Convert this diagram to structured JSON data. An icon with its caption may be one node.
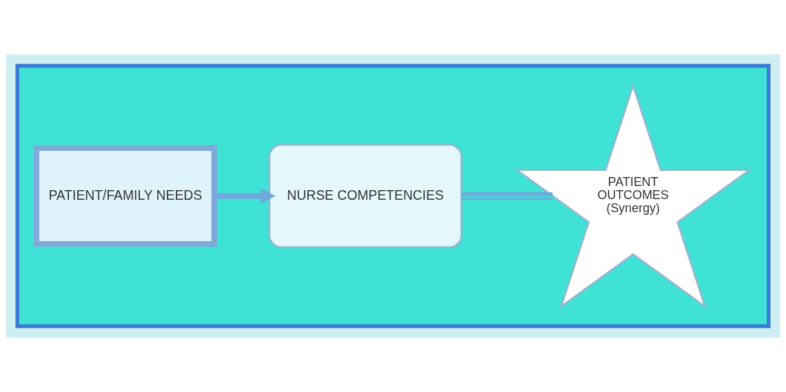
{
  "diagram": {
    "nodes": [
      {
        "text": [],
        "shape": "box"
      },
      {
        "text": [
          "PATIENT/FAMILY NEEDS"
        ],
        "in": 0
      },
      {
        "text": [
          "NURSE COMPETENCIES"
        ],
        "in": 0
      },
      {
        "text": [
          "PATIENT OUTCOMES (Synergy)"
        ],
        "in": 0
      }
    ],
    "edges": [
      {
        "from": 1,
        "to": 2,
        "arrow": "to"
      },
      {
        "from": 2,
        "to": 3,
        "arrow": "none"
      }
    ]
  }
}
